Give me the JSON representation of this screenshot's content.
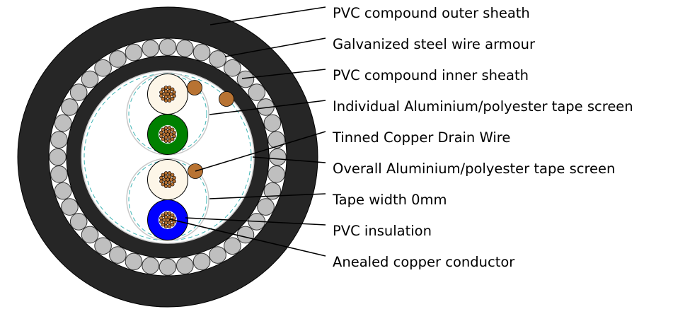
{
  "labels": [
    "PVC compound outer sheath",
    "Galvanized steel wire armour",
    "PVC compound inner sheath",
    "Individual Aluminium/polyester tape screen",
    "Tinned Copper Drain Wire",
    "Overall Aluminium/polyester tape screen",
    "Tape width 0mm",
    "PVC insulation",
    "Anealed copper conductor"
  ],
  "colors": {
    "sheath": "#262626",
    "armour_wire": "#bfbfbf",
    "copper": "#b87333",
    "insulation_white": "#fdf6e8",
    "insulation_green": "#008000",
    "insulation_blue": "#0000ff",
    "screen_dash": "#3fb5b5"
  }
}
